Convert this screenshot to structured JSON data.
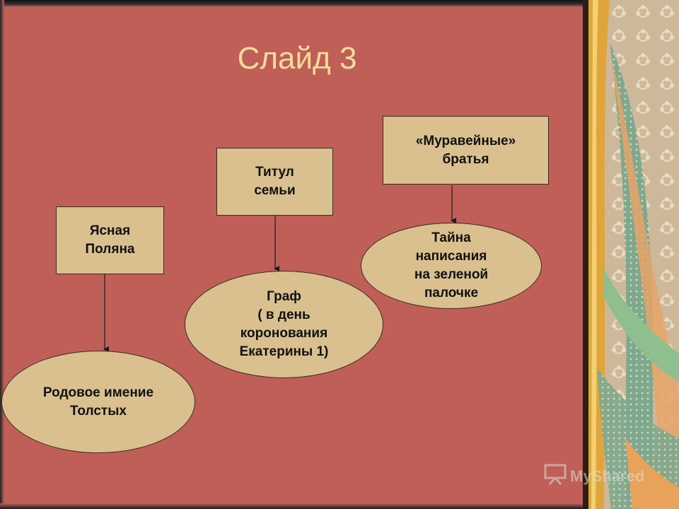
{
  "slide": {
    "title": "Слайд 3",
    "boxes": {
      "yasnaya": "Ясная\nПоляна",
      "titul": "Титул\nсемьи",
      "muraveinye": "«Муравейные»\nбратья"
    },
    "ovals": {
      "rodovoe": "Родовое имение\nТолстых",
      "graf": "Граф\n( в день\nкоронования\nЕкатерины 1)",
      "taina": "Тайна\nнаписания\nна зеленой\nпалочке"
    }
  },
  "watermark": {
    "text": "MyShared",
    "icon": "presentation-board-icon"
  },
  "colors": {
    "background": "#bf5f58",
    "title": "#f3dc9a",
    "shape_fill": "#d9c08e"
  }
}
